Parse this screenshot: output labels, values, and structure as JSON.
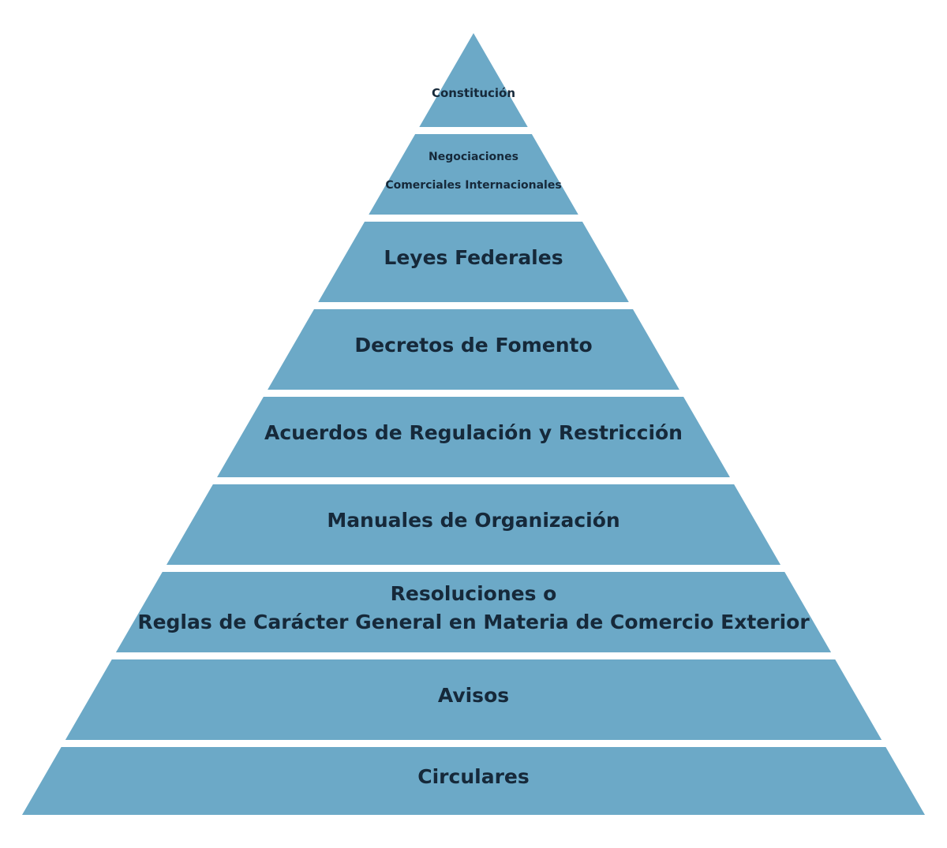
{
  "pyramid": {
    "fill_color": "#6ca9c7",
    "text_color": "#16293a",
    "levels": [
      {
        "lines": [
          "Constitución"
        ]
      },
      {
        "lines": [
          "Negociaciones",
          "Comerciales Internacionales"
        ]
      },
      {
        "lines": [
          "Leyes Federales"
        ]
      },
      {
        "lines": [
          "Decretos de Fomento"
        ]
      },
      {
        "lines": [
          "Acuerdos de Regulación y Restricción"
        ]
      },
      {
        "lines": [
          "Manuales de Organización"
        ]
      },
      {
        "lines": [
          "Resoluciones o",
          "Reglas de Carácter General en Materia de Comercio Exterior"
        ]
      },
      {
        "lines": [
          "Avisos"
        ]
      },
      {
        "lines": [
          "Circulares"
        ]
      }
    ]
  }
}
